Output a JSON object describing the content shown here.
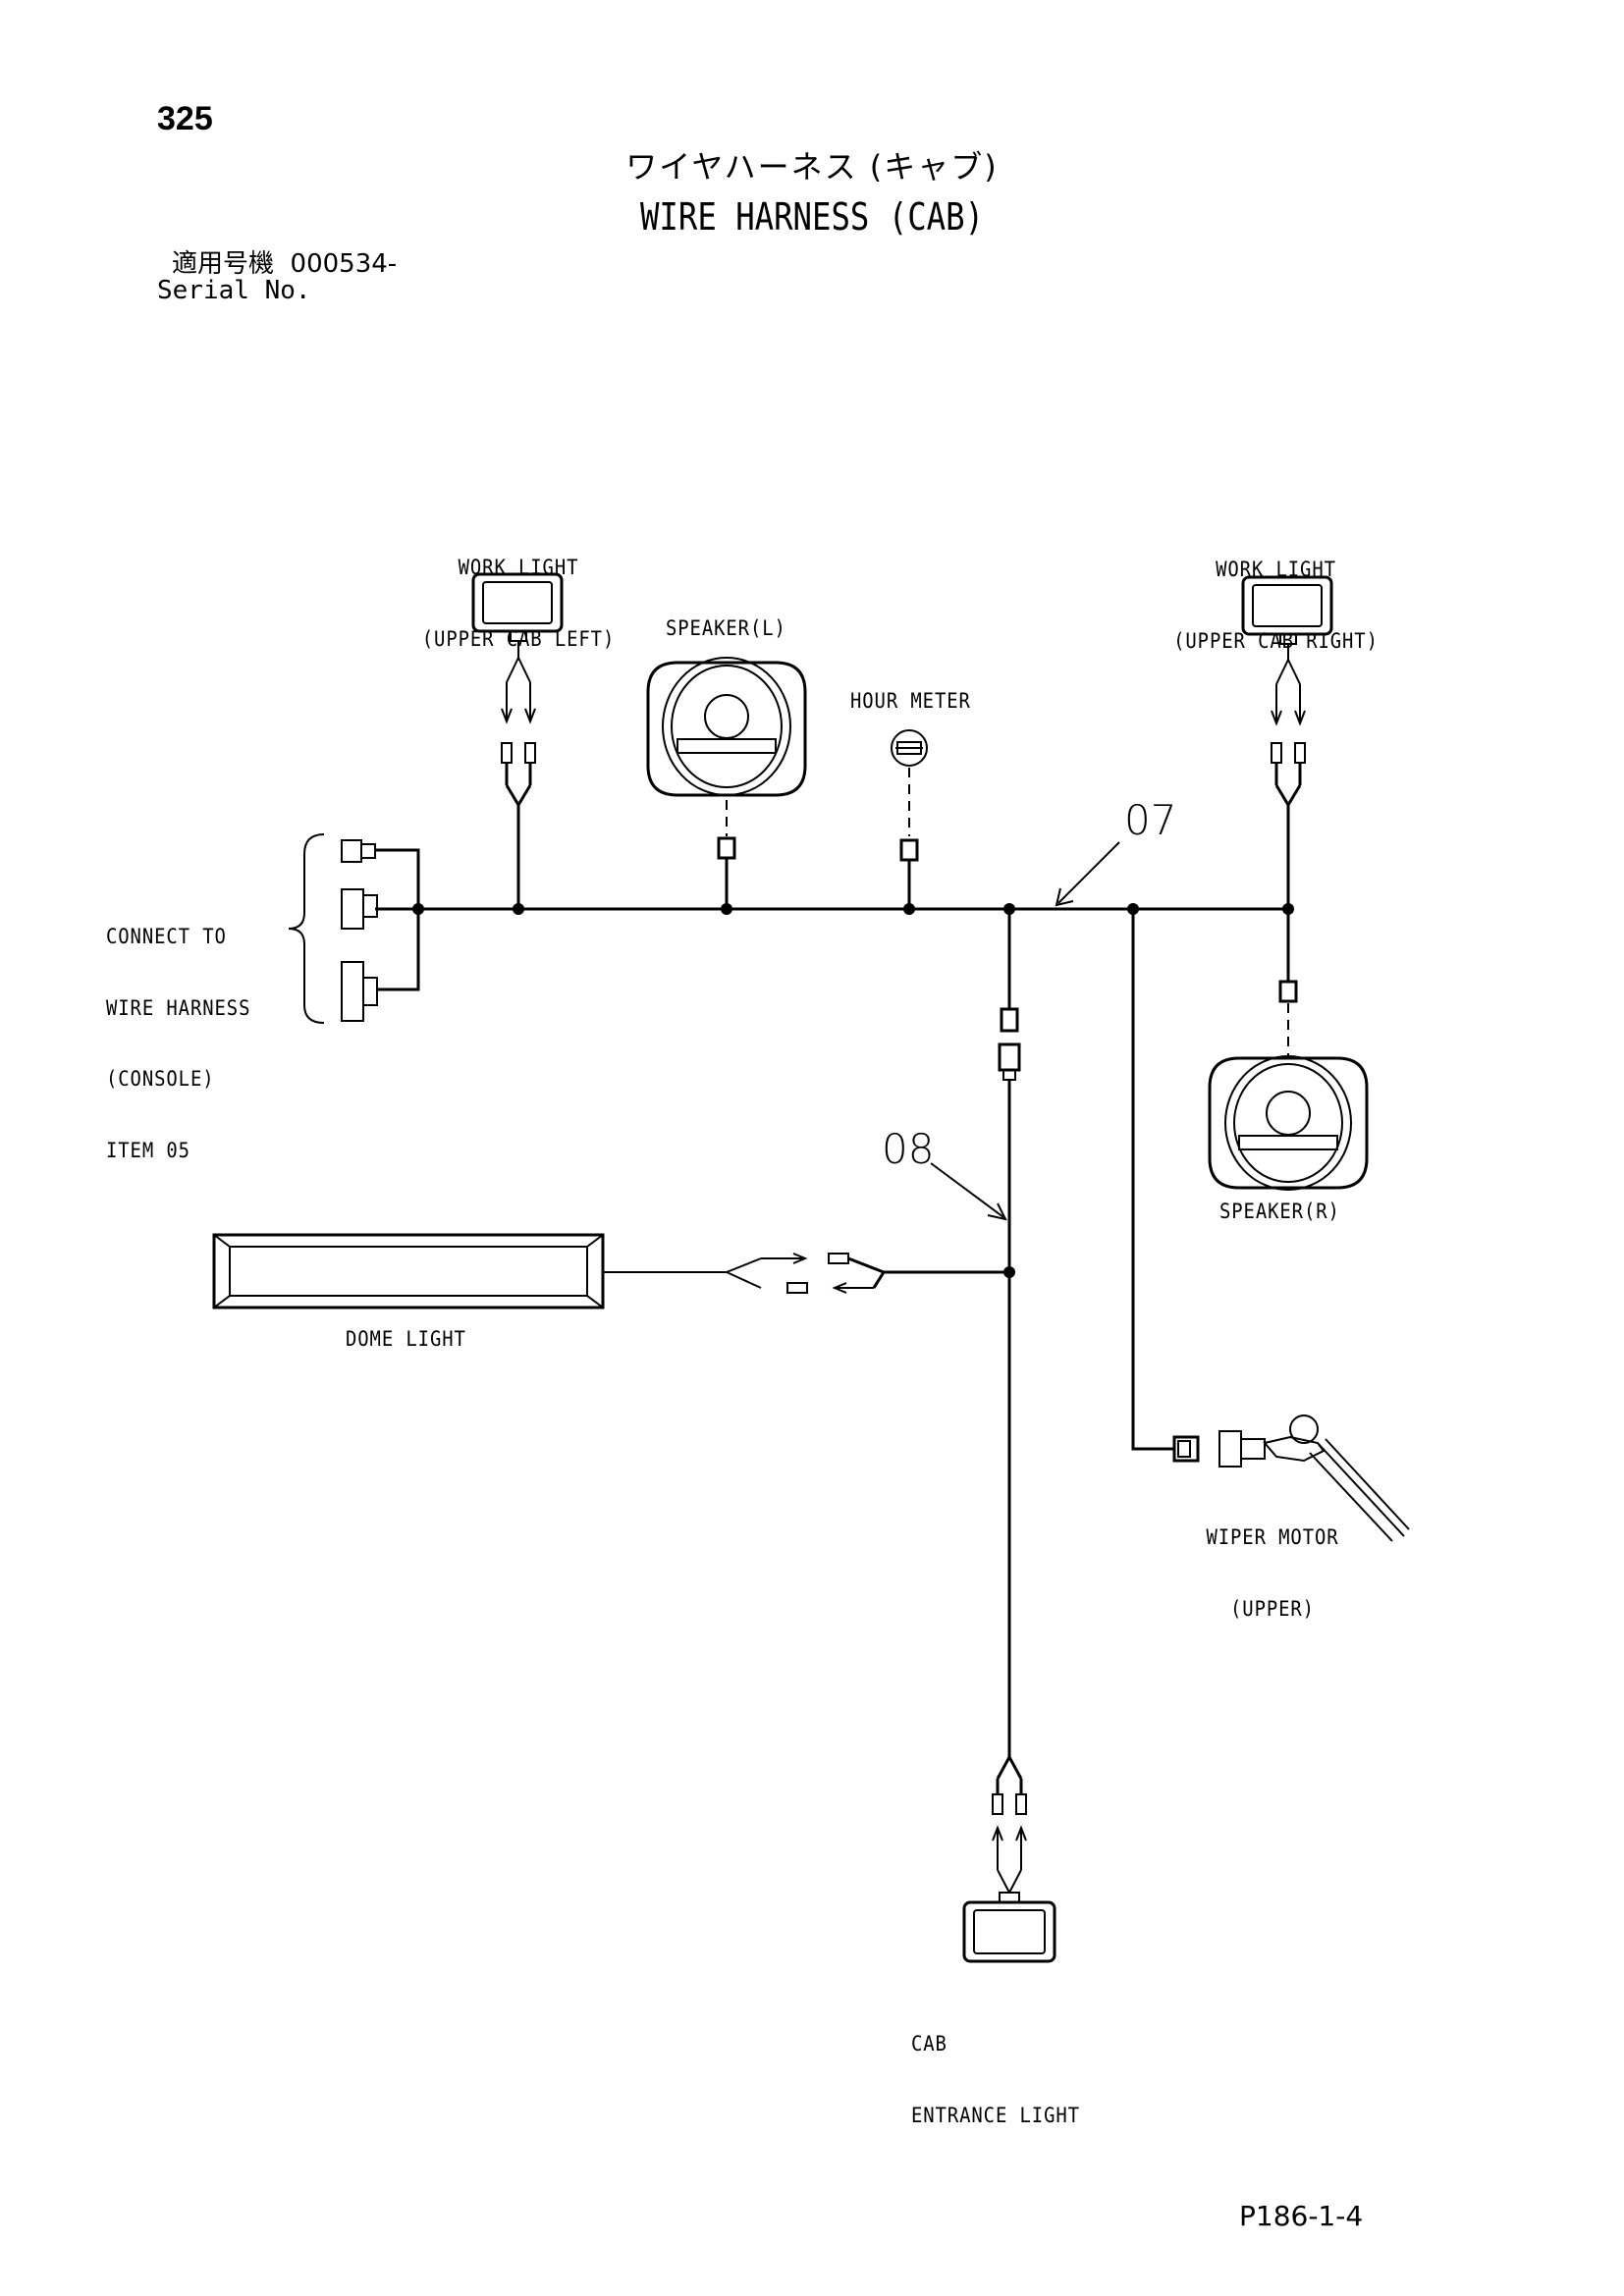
{
  "page": {
    "number": "325",
    "title_jp": "ワイヤハーネス (キャブ)",
    "title_en": "WIRE HARNESS (CAB)",
    "serial_label_jp": "適用号機",
    "serial_value": "000534-",
    "serial_label_en": "Serial No.",
    "footer_code": "P186-1-4"
  },
  "components": {
    "work_light_left": [
      "WORK LIGHT",
      "(UPPER CAB LEFT)"
    ],
    "work_light_right": [
      "WORK LIGHT",
      "(UPPER CAB RIGHT)"
    ],
    "speaker_left": "SPEAKER(L)",
    "hour_meter": "HOUR METER",
    "speaker_right": "SPEAKER(R)",
    "dome_light": "DOME LIGHT",
    "wiper_motor": [
      "WIPER MOTOR",
      "(UPPER)"
    ],
    "cab_entrance_light": [
      "CAB",
      "ENTRANCE LIGHT"
    ],
    "console_connection": [
      "CONNECT TO",
      "WIRE HARNESS",
      "(CONSOLE)",
      "ITEM 05"
    ]
  },
  "item_callouts": [
    "07",
    "08"
  ]
}
